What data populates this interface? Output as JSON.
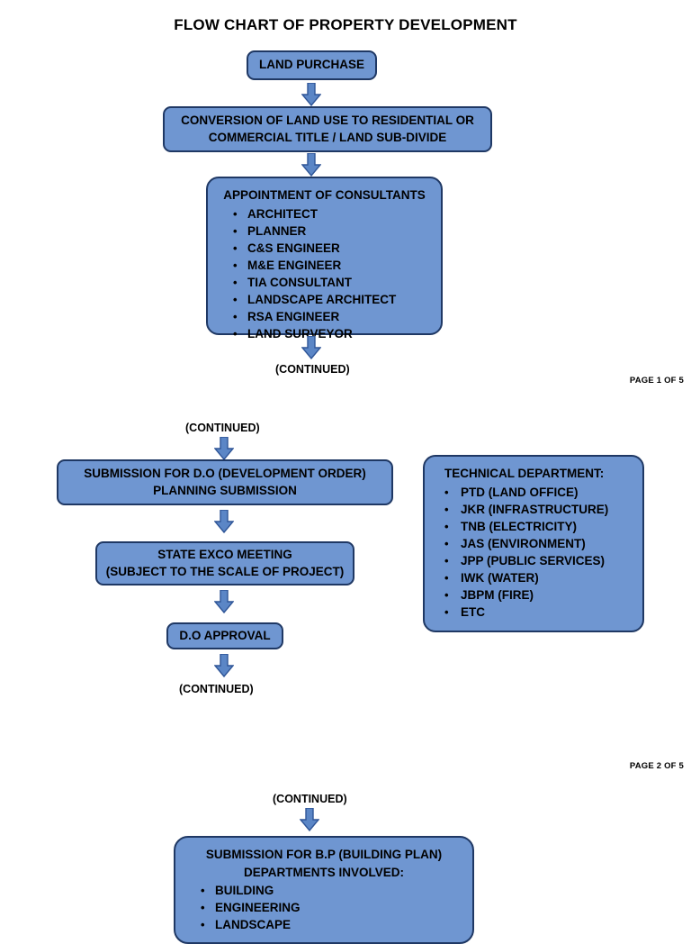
{
  "document": {
    "title": "FLOW CHART OF PROPERTY DEVELOPMENT"
  },
  "page1": {
    "footer": "PAGE 1 OF 5",
    "step_land_purchase": "LAND PURCHASE",
    "step_conversion_line1": "CONVERSION OF LAND USE TO RESIDENTIAL OR",
    "step_conversion_line2": "COMMERCIAL TITLE / LAND SUB-DIVIDE",
    "consultants_heading": "APPOINTMENT OF CONSULTANTS",
    "consultants": [
      "ARCHITECT",
      "PLANNER",
      "C&S ENGINEER",
      "M&E ENGINEER",
      "TIA CONSULTANT",
      "LANDSCAPE ARCHITECT",
      "RSA ENGINEER",
      "LAND SURVEYOR"
    ],
    "continued_bottom": "(CONTINUED)"
  },
  "page2": {
    "footer": "PAGE 2 OF 5",
    "continued_top": "(CONTINUED)",
    "step_do_line1": "SUBMISSION FOR D.O (DEVELOPMENT ORDER)",
    "step_do_line2": "PLANNING SUBMISSION",
    "step_exco_line1": "STATE EXCO MEETING",
    "step_exco_line2": "(SUBJECT TO THE SCALE OF PROJECT)",
    "step_approval": "D.O APPROVAL",
    "technical_heading": "TECHNICAL DEPARTMENT:",
    "technical_items": [
      "PTD (LAND OFFICE)",
      "JKR (INFRASTRUCTURE)",
      "TNB (ELECTRICITY)",
      "JAS (ENVIRONMENT)",
      "JPP (PUBLIC SERVICES)",
      "IWK (WATER)",
      "JBPM (FIRE)",
      "ETC"
    ],
    "continued_bottom": "(CONTINUED)"
  },
  "page3": {
    "continued_top": "(CONTINUED)",
    "bp_heading_line1": "SUBMISSION FOR B.P (BUILDING PLAN)",
    "bp_heading_line2": "DEPARTMENTS INVOLVED:",
    "bp_items": [
      "BUILDING",
      "ENGINEERING",
      "LANDSCAPE"
    ]
  },
  "colors": {
    "box_fill": "#6f96d1",
    "box_border": "#1f3864",
    "arrow_fill": "#5b86c6",
    "arrow_border": "#2f5597"
  }
}
